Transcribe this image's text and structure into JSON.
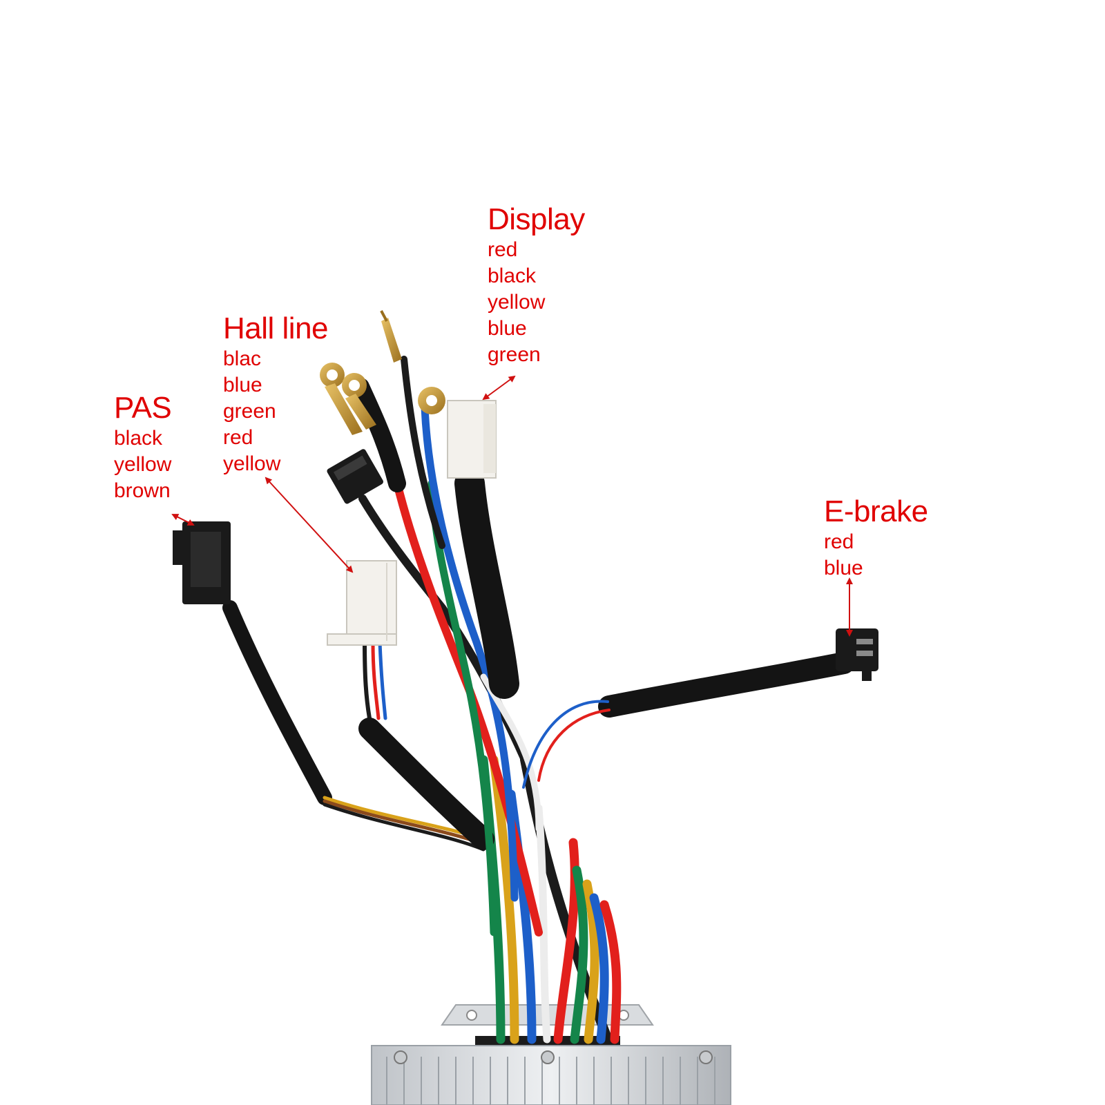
{
  "labels": {
    "pas": {
      "title": "PAS",
      "wires": [
        "black",
        "yellow",
        "brown"
      ]
    },
    "hall": {
      "title": "Hall line",
      "wires": [
        "blac",
        "blue",
        "green",
        "red",
        "yellow"
      ]
    },
    "display": {
      "title": "Display",
      "wires": [
        "red",
        "black",
        "yellow",
        "blue",
        "green"
      ]
    },
    "ebrake": {
      "title": "E-brake",
      "wires": [
        "red",
        "blue"
      ]
    }
  },
  "colors": {
    "label_text": "#e00000",
    "arrow": "#d01010",
    "sheath": "#141414",
    "connector_white": "#f3f1ec",
    "connector_black": "#1a1a1a",
    "wire_red": "#e2201c",
    "wire_blue": "#1d5fc9",
    "wire_green": "#14854a",
    "wire_yellow": "#d9a21a",
    "wire_white": "#ececec",
    "wire_black": "#1b1b1b",
    "terminal_brass": "#c9962c",
    "controller_body": "#d4d7db"
  }
}
